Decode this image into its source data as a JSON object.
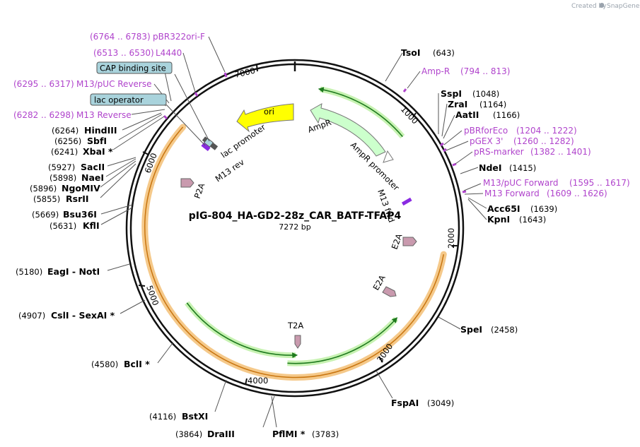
{
  "app": {
    "credit_text": "Created by",
    "credit_brand": "SnapGene"
  },
  "plasmid": {
    "name": "pIG-804_HA-GD2-28z_CAR_BATF-TFAP4",
    "size_text": "7272 bp",
    "length": 7272
  },
  "ticks": [
    "1000",
    "2000",
    "3000",
    "4000",
    "5000",
    "6000",
    "7000"
  ],
  "enzymes": [
    {
      "name": "TsoI",
      "pos": "(643)"
    },
    {
      "name": "SspI",
      "pos": "(1048)"
    },
    {
      "name": "ZraI",
      "pos": "(1164)"
    },
    {
      "name": "AatII",
      "pos": "(1166)"
    },
    {
      "name": "NdeI",
      "pos": "(1415)"
    },
    {
      "name": "Acc65I",
      "pos": "(1639)"
    },
    {
      "name": "KpnI",
      "pos": "(1643)"
    },
    {
      "name": "SpeI",
      "pos": "(2458)"
    },
    {
      "name": "FspAI",
      "pos": "(3049)"
    },
    {
      "name": "PflMI *",
      "pos": "(3783)"
    },
    {
      "name": "DraIII",
      "pos": "(3864)"
    },
    {
      "name": "BstXI",
      "pos": "(4116)"
    },
    {
      "name": "BclI *",
      "pos": "(4580)"
    },
    {
      "name": "CslI - SexAI *",
      "pos": "(4907)"
    },
    {
      "name": "EagI - NotI",
      "pos": "(5180)"
    },
    {
      "name": "KflI",
      "pos": "(5631)"
    },
    {
      "name": "Bsu36I",
      "pos": "(5669)"
    },
    {
      "name": "RsrII",
      "pos": "(5855)"
    },
    {
      "name": "NgoMIV",
      "pos": "(5896)"
    },
    {
      "name": "NaeI",
      "pos": "(5898)"
    },
    {
      "name": "SacII",
      "pos": "(5927)"
    },
    {
      "name": "XbaI *",
      "pos": "(6241)"
    },
    {
      "name": "SbfI",
      "pos": "(6256)"
    },
    {
      "name": "HindIII",
      "pos": "(6264)"
    }
  ],
  "primers": [
    {
      "name": "Amp-R",
      "range": "(794 .. 813)"
    },
    {
      "name": "pBRforEco",
      "range": "(1204 .. 1222)"
    },
    {
      "name": "pGEX 3'",
      "range": "(1260 .. 1282)"
    },
    {
      "name": "pRS-marker",
      "range": "(1382 .. 1401)"
    },
    {
      "name": "M13/pUC Forward",
      "range": "(1595 .. 1617)"
    },
    {
      "name": "M13 Forward",
      "range": "(1609 .. 1626)"
    },
    {
      "name": "pBR322ori-F",
      "range": "(6764 .. 6783)"
    },
    {
      "name": "L4440",
      "range": "(6513 .. 6530)"
    },
    {
      "name": "M13/pUC Reverse",
      "range": "(6295 .. 6317)"
    },
    {
      "name": "M13 Reverse",
      "range": "(6282 .. 6298)"
    }
  ],
  "boxed_features": [
    "CAP binding site",
    "lac operator"
  ],
  "features": {
    "ori": "ori",
    "ampr": "AmpR",
    "ampr_promoter": "AmpR promoter",
    "lac_promoter": "lac promoter",
    "m13_rev": "M13 rev",
    "m13_fwd": "M13 fwd",
    "p2a": "P2A",
    "e2a_1": "E2A",
    "e2a_2": "E2A",
    "t2a": "T2A"
  },
  "colors": {
    "ori": "#ffff00",
    "ampr": "#ccffcc",
    "primer": "#b044cc",
    "orf_ring": "#f5c98a",
    "orf_arrow": "#1e7a1e",
    "peptide": "#c99aae",
    "box": "#a9d3dc"
  }
}
